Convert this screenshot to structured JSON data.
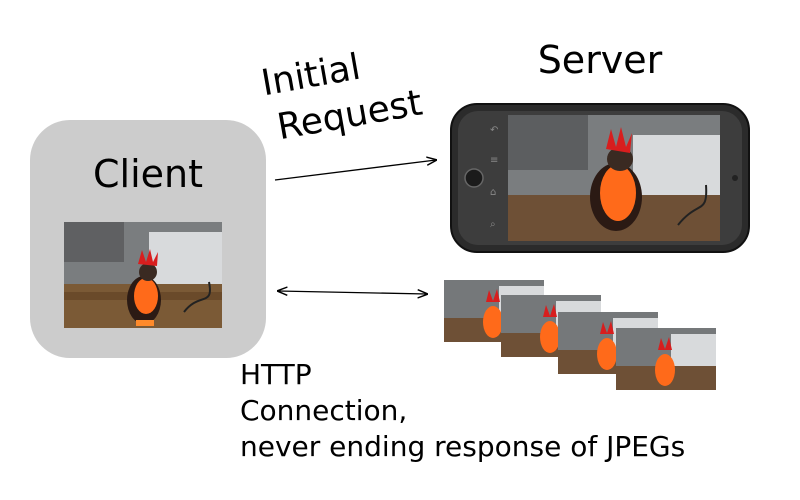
{
  "client": {
    "label": "Client"
  },
  "server": {
    "label": "Server"
  },
  "request": {
    "line1": "Initial",
    "line2": "Request"
  },
  "caption": {
    "line1": "HTTP",
    "line2": "Connection,",
    "line3": "never ending response of JPEGs"
  },
  "icons": {
    "client_photo": "camera-photo-icon",
    "phone": "smartphone-icon",
    "frames": "jpeg-frame-stack-icon"
  },
  "colors": {
    "client_box": "#cccccc",
    "phone_body": "#2b2b2b",
    "bird_orange": "#ff6a1a",
    "bird_red": "#d81e1e"
  }
}
